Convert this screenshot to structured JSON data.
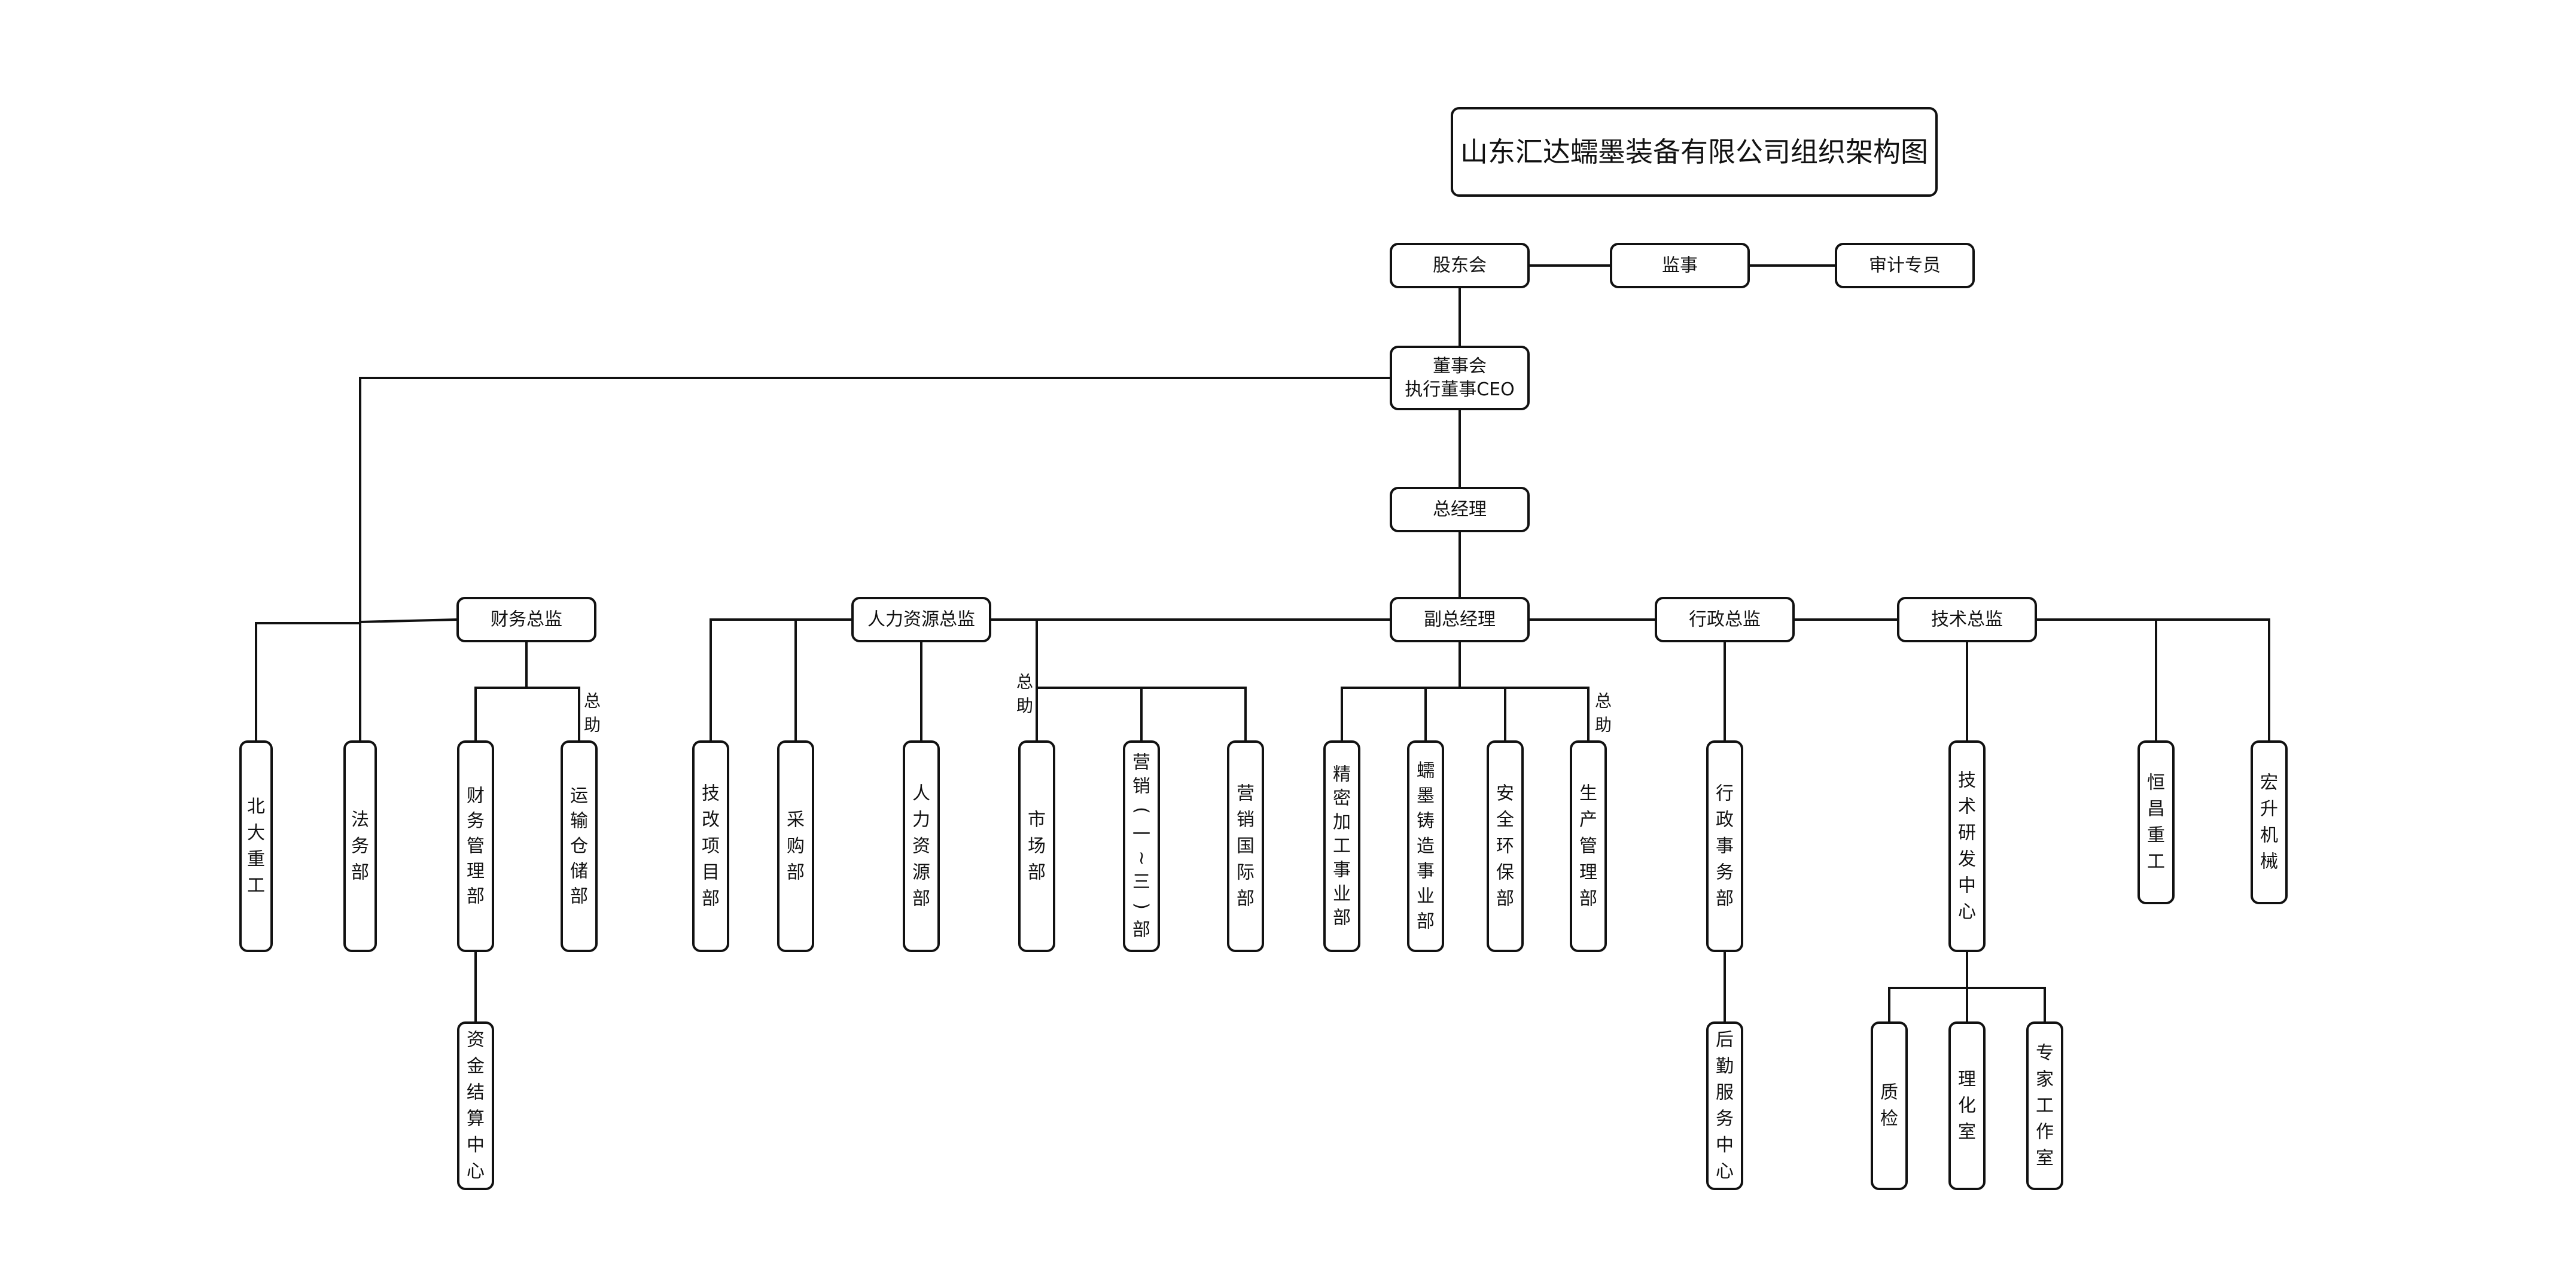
{
  "title": "山东汇达蠕墨装备有限公司组织架构图",
  "nodes": {
    "shareholders": "股东会",
    "supervisor": "监事",
    "auditor": "审计专员",
    "board": [
      "董事会",
      "执行董事CEO"
    ],
    "gm": "总经理",
    "deputy_gm": "副总经理",
    "cfo": "财务总监",
    "hr_director": "人力资源总监",
    "admin_director": "行政总监",
    "tech_director": "技术总监",
    "beida": "北大重工",
    "legal": "法务部",
    "finance_mgmt": "财务管理部",
    "transport": "运输仓储部",
    "fund_settle": "资金结算中心",
    "tech_reform": "技改项目部",
    "purchase": "采购部",
    "hr_dept": "人力资源部",
    "market": "市场部",
    "sales_1_3": "营销(一~三)部",
    "sales_intl": "营销国际部",
    "precision": "精密加工事业部",
    "casting": "蠕墨铸造事业部",
    "safety": "安全环保部",
    "production": "生产管理部",
    "admin_affairs": "行政事务部",
    "logistics": "后勤服务中心",
    "rnd": "技术研发中心",
    "quality": "质检",
    "lab": "理化室",
    "expert": "专家工作室",
    "hengchang": "恒昌重工",
    "hongsheng": "宏升机械"
  },
  "assistant_label": "总助"
}
